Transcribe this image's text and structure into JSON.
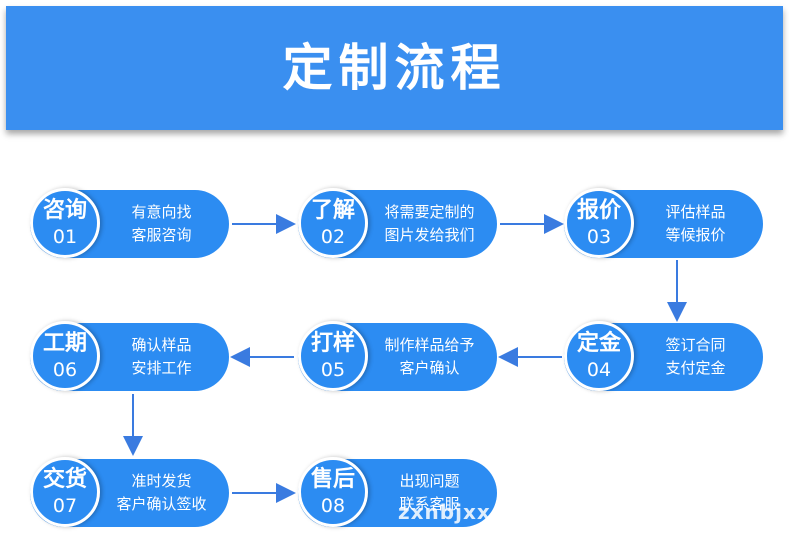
{
  "header": {
    "title": "定制流程"
  },
  "steps": [
    {
      "title": "咨询",
      "num": "01",
      "line1": "有意向找",
      "line2": "客服咨询"
    },
    {
      "title": "了解",
      "num": "02",
      "line1": "将需要定制的",
      "line2": "图片发给我们"
    },
    {
      "title": "报价",
      "num": "03",
      "line1": "评估样品",
      "line2": "等候报价"
    },
    {
      "title": "定金",
      "num": "04",
      "line1": "签订合同",
      "line2": "支付定金"
    },
    {
      "title": "打样",
      "num": "05",
      "line1": "制作样品给予",
      "line2": "客户确认"
    },
    {
      "title": "工期",
      "num": "06",
      "line1": "确认样品",
      "line2": "安排工作"
    },
    {
      "title": "交货",
      "num": "07",
      "line1": "准时发货",
      "line2": "客户确认签收"
    },
    {
      "title": "售后",
      "num": "08",
      "line1": "出现问题",
      "line2": "联系客服"
    }
  ],
  "watermark": "zxnbjxx",
  "colors": {
    "banner": "#3a8ff0",
    "step": "#2c8cf2",
    "arrow": "#3a7be0"
  }
}
